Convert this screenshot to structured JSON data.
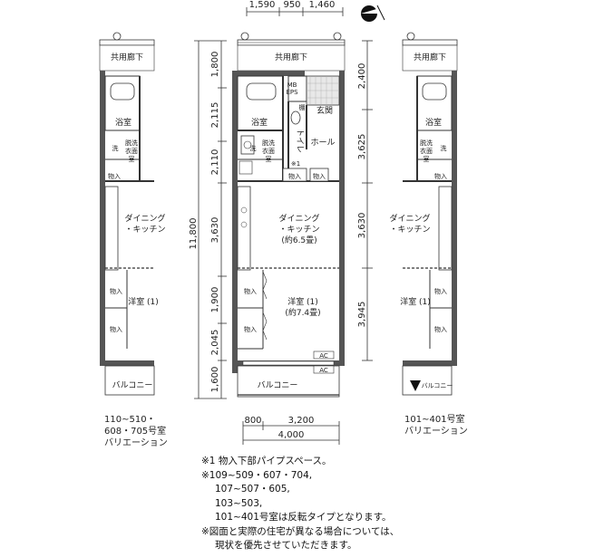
{
  "dimensions": {
    "top": [
      "1,590",
      "950",
      "1,460"
    ],
    "left_total": "11,800",
    "left_segments": [
      "1,800",
      "2,115",
      "2,110",
      "3,630",
      "1,900",
      "2,045",
      "1,600"
    ],
    "right_segments": [
      "2,400",
      "3,625",
      "3,630",
      "3,945"
    ],
    "bottom_segments": [
      "800",
      "3,200"
    ],
    "bottom_total": "4,000"
  },
  "main_plan": {
    "corridor": "共用廊下",
    "mb": "MB",
    "eps": "EPS",
    "bath": "浴室",
    "toilet": "トイレ",
    "entrance": "玄関",
    "hall": "ホール",
    "sink": "洗",
    "dressing_line1": "脱洗",
    "dressing_line2": "衣面",
    "dressing_line3": "室",
    "storage": "物入",
    "shelf": "棚",
    "note_mark": "※1",
    "dining_line1": "ダイニング",
    "dining_line2": "・キッチン",
    "dining_area": "(約6.5畳)",
    "western_room": "洋室 (1)",
    "western_area": "(約7.4畳)",
    "balcony": "バルコニー",
    "ac1": "AC",
    "ac2": "AC"
  },
  "left_variation": {
    "corridor": "共用廊下",
    "bath": "浴室",
    "sink": "洗",
    "dressing_line1": "脱洗",
    "dressing_line2": "衣面",
    "dressing_line3": "室",
    "storage": "物入",
    "dining_line1": "ダイニング",
    "dining_line2": "・キッチン",
    "western_room": "洋室 (1)",
    "balcony": "バルコニー",
    "caption_line1": "110~510・",
    "caption_line2": "608・705号室",
    "caption_line3": "バリエーション"
  },
  "right_variation": {
    "corridor": "共用廊下",
    "bath": "浴室",
    "sink": "洗",
    "dressing_line1": "脱洗",
    "dressing_line2": "衣面",
    "dressing_line3": "室",
    "storage": "物入",
    "dining_line1": "ダイニング",
    "dining_line2": "・キッチン",
    "western_room": "洋室 (1)",
    "balcony": "バルコニー",
    "caption_line1": "101~401号室",
    "caption_line2": "バリエーション"
  },
  "notes": [
    "※1 物入下部パイプスペース。",
    "※109~509・607・704,",
    "107~507・605,",
    "103~503,",
    "101~401号室は反転タイプとなります。",
    "※図面と実際の住宅が異なる場合については、",
    "現状を優先させていただきます。"
  ]
}
